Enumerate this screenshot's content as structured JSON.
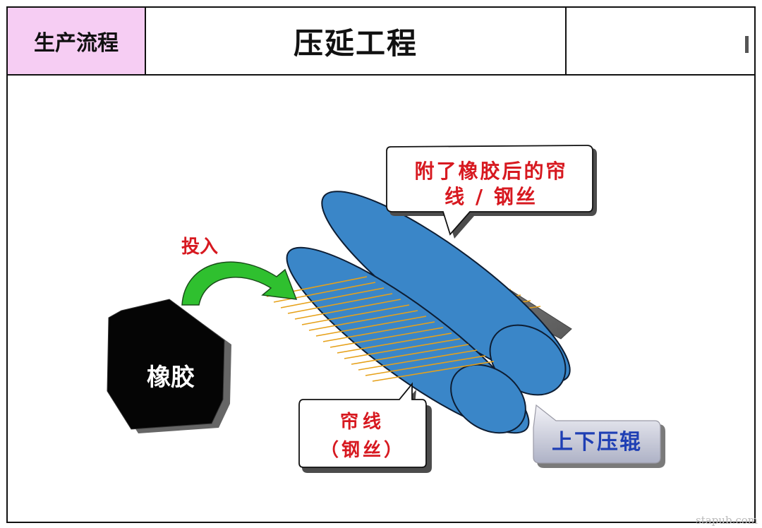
{
  "header": {
    "section_label": "生产流程",
    "title": "压延工程"
  },
  "diagram": {
    "rubber_label": "橡胶",
    "input_label": "投入",
    "callout_coated": [
      "附了橡胶后的帘",
      "线 / 钢丝"
    ],
    "callout_cords": [
      "帘线",
      "（钢丝）"
    ],
    "rollers_label": "上下压辊"
  },
  "watermark": "stapub.com",
  "colors": {
    "header_label_bg": "#f6cdf3",
    "roller_fill": "#3a86c8",
    "callout_text": "#d71920",
    "rollers_text": "#1f3fb4",
    "arrow_fill": "#3cd23c",
    "cord_color": "#e6a11a"
  }
}
